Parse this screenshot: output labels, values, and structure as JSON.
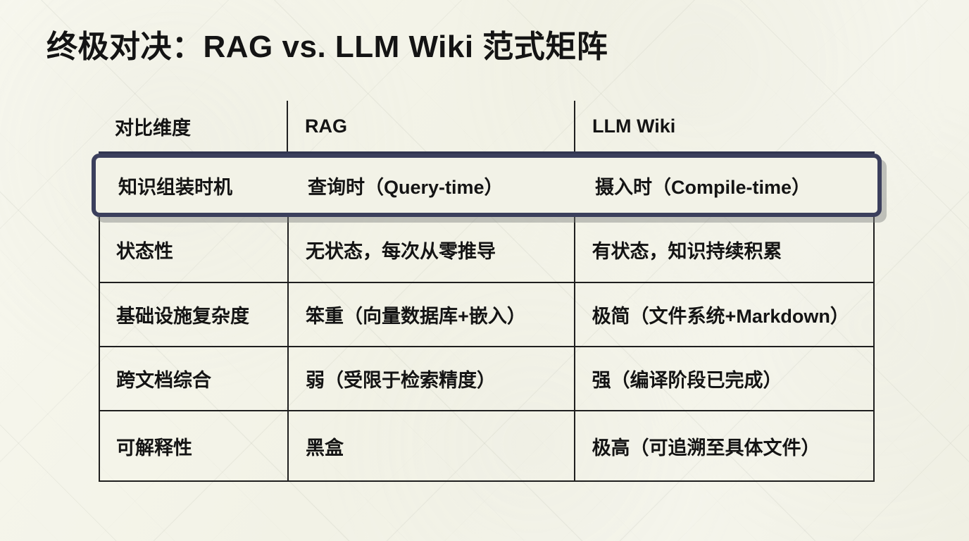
{
  "slide": {
    "title": "终极对决：RAG vs. LLM Wiki 范式矩阵",
    "background_color": "#f3f3e8",
    "text_color": "#141414",
    "highlight_border_color": "#3b3f5c",
    "grid_line_color": "#1f1f1f"
  },
  "table": {
    "columns": [
      "对比维度",
      "RAG",
      "LLM Wiki"
    ],
    "rows": [
      {
        "highlighted": true,
        "dimension": "知识组装时机",
        "rag": "查询时（Query-time）",
        "llm_wiki": "摄入时（Compile-time）"
      },
      {
        "highlighted": false,
        "dimension": "状态性",
        "rag": "无状态，每次从零推导",
        "llm_wiki": "有状态，知识持续积累"
      },
      {
        "highlighted": false,
        "dimension": "基础设施复杂度",
        "rag": "笨重（向量数据库+嵌入）",
        "llm_wiki": "极简（文件系统+Markdown）"
      },
      {
        "highlighted": false,
        "dimension": "跨文档综合",
        "rag": "弱（受限于检索精度）",
        "llm_wiki": "强（编译阶段已完成）"
      },
      {
        "highlighted": false,
        "dimension": "可解释性",
        "rag": "黑盒",
        "llm_wiki": "极高（可追溯至具体文件）"
      }
    ]
  }
}
